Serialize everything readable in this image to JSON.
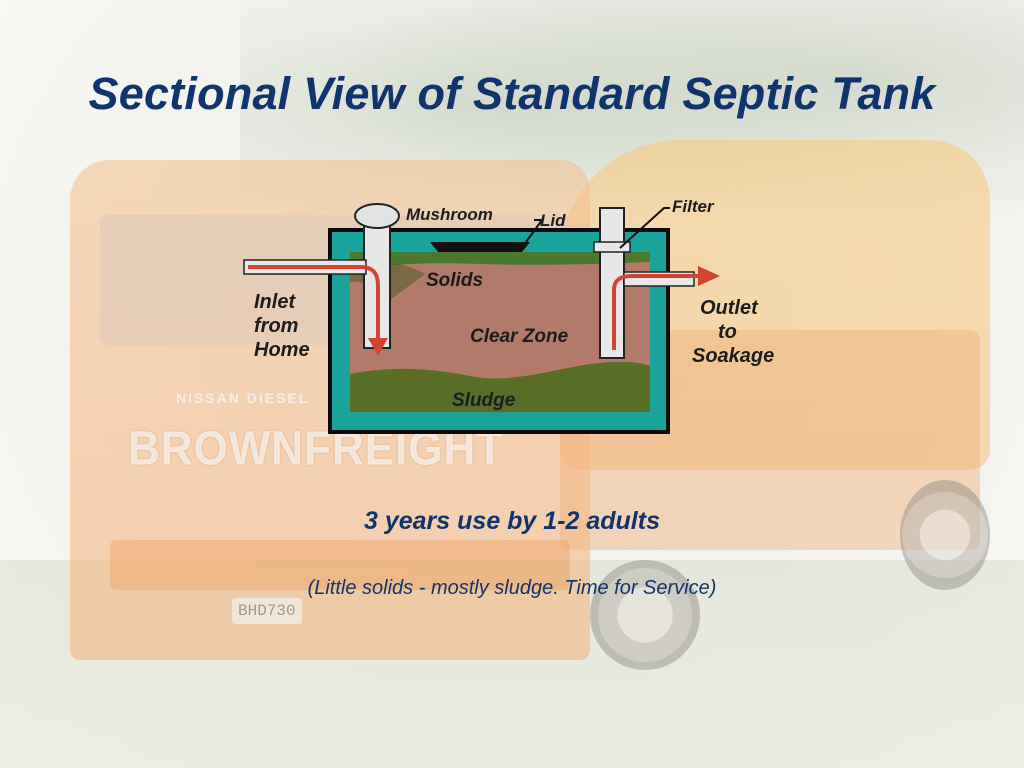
{
  "slide": {
    "title": "Sectional View of Standard Septic Tank",
    "caption": "3 years use by 1-2 adults",
    "subcaption": "(Little solids - mostly sludge. Time for Service)"
  },
  "background": {
    "truck_brand": "BROWNFREIGHT",
    "truck_maker": "NISSAN DIESEL",
    "plate": "BHD730"
  },
  "diagram": {
    "labels": {
      "mushroom": "Mushroom",
      "lid": "Lid",
      "filter": "Filter",
      "solids": "Solids",
      "clear_zone": "Clear Zone",
      "sludge": "Sludge",
      "inlet_line1": "Inlet",
      "inlet_line2": "from",
      "inlet_line3": "Home",
      "outlet_line1": "Outlet",
      "outlet_line2": "to",
      "outlet_line3": "Soakage"
    },
    "colors": {
      "tank_wall": "#19a39a",
      "tank_border": "#0a0a0a",
      "scum_layer": "#4a7a2e",
      "clear_zone": "#b27a6a",
      "sludge": "#586d26",
      "pipe": "#e7e7e7",
      "arrow": "#d3432f"
    }
  }
}
